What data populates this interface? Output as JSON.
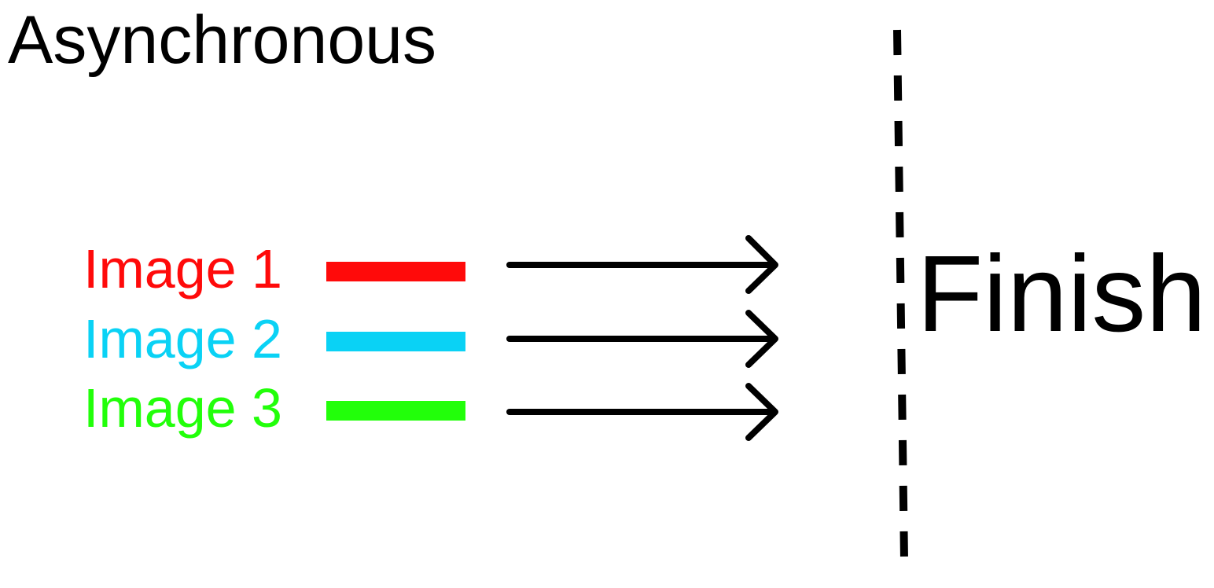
{
  "diagram": {
    "title": "Asynchronous",
    "finish_label": "Finish",
    "tasks": [
      {
        "label": "Image 1",
        "color": "#ff0a0a"
      },
      {
        "label": "Image 2",
        "color": "#0ad2f5"
      },
      {
        "label": "Image 3",
        "color": "#22ff0a"
      }
    ],
    "arrow_color": "#000000",
    "finish_line_style": "dashed"
  }
}
